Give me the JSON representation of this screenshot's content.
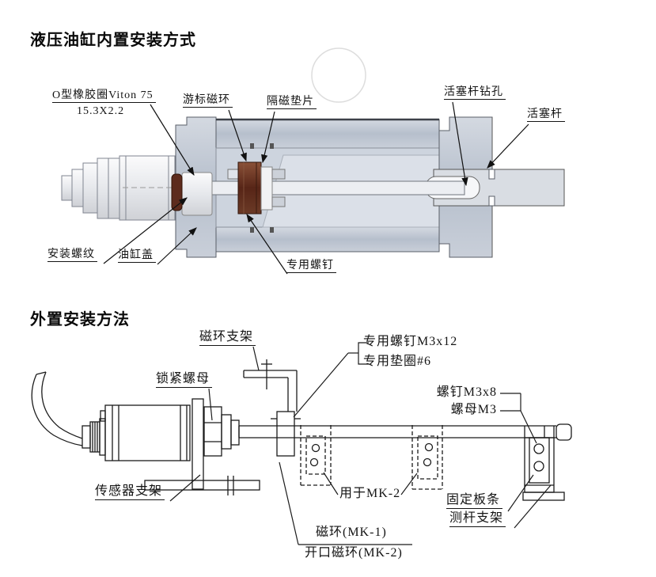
{
  "titles": {
    "internal": "液压油缸内置安装方式",
    "external": "外置安装方法"
  },
  "diagram1": {
    "labels": {
      "oring": "O型橡胶圈Viton 75",
      "oring_size": "15.3X2.2",
      "vernier_ring": "游标磁环",
      "isolation_spacer": "隔磁垫片",
      "rod_drill_hole": "活塞杆钻孔",
      "piston_rod": "活塞杆",
      "mounting_thread": "安装螺纹",
      "cylinder_cap": "油缸盖",
      "special_screw": "专用螺钉"
    }
  },
  "diagram2": {
    "labels": {
      "ring_bracket": "磁环支架",
      "lock_nut": "锁紧螺母",
      "sensor_bracket": "传感器支架",
      "special_screw_m3x12": "专用螺钉M3x12",
      "special_washer_6": "专用垫圈#6",
      "screw_m3x8": "螺钉M3x8",
      "nut_m3": "螺母M3",
      "for_mk2": "用于MK-2",
      "fixing_strip": "固定板条",
      "rod_bracket": "测杆支架",
      "ring_mk1": "磁环(MK-1)",
      "open_ring_mk2": "开口磁环(MK-2)"
    }
  },
  "colors": {
    "metal_body": "#bac2cf",
    "magnet_ring_brown": "#5d2b1d",
    "line_art": "#1b1b1b",
    "watermark_circle": "#dddddd"
  }
}
